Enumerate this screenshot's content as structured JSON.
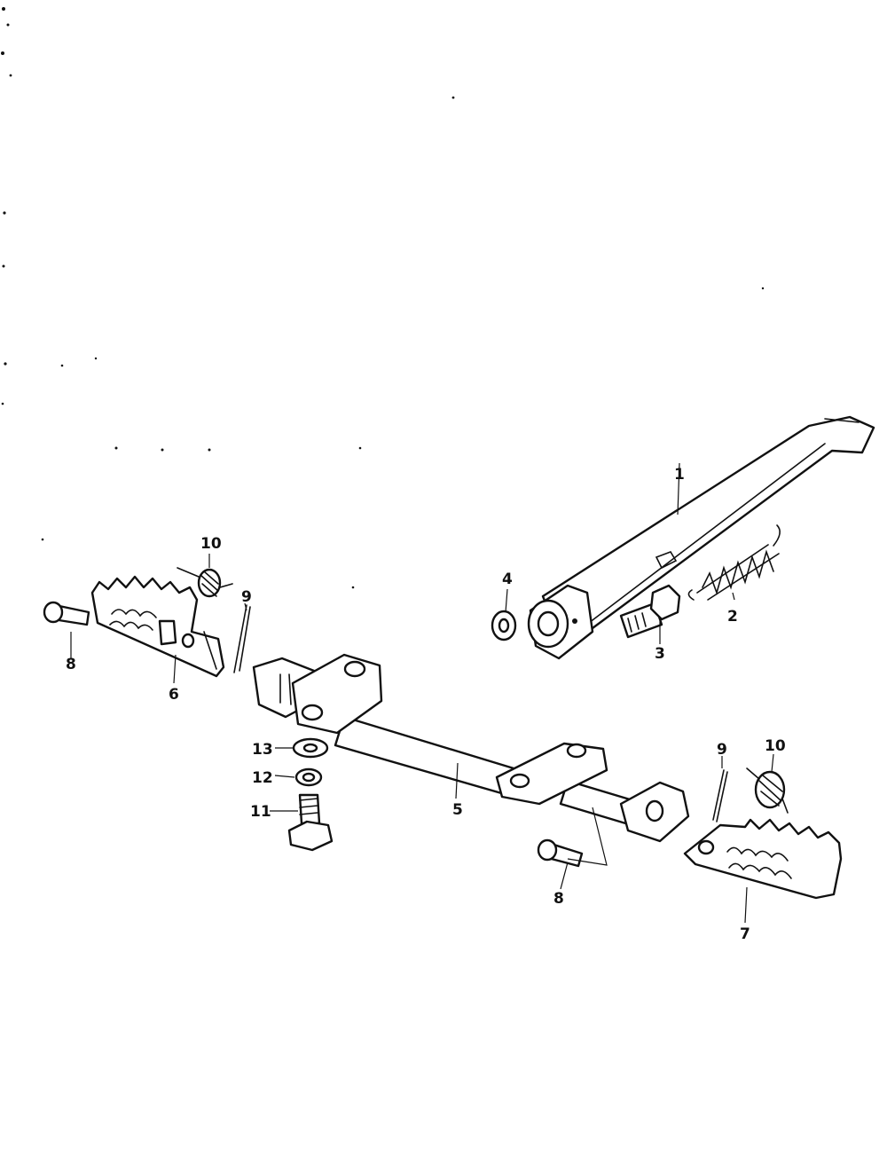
{
  "callouts": {
    "p1": "1",
    "p2": "2",
    "p3": "3",
    "p4": "4",
    "p5": "5",
    "p6": "6",
    "p7": "7",
    "p8_left": "8",
    "p8_right": "8",
    "p9_left": "9",
    "p9_right": "9",
    "p10_left": "10",
    "p10_right": "10",
    "p11": "11",
    "p12": "12",
    "p13": "13"
  }
}
